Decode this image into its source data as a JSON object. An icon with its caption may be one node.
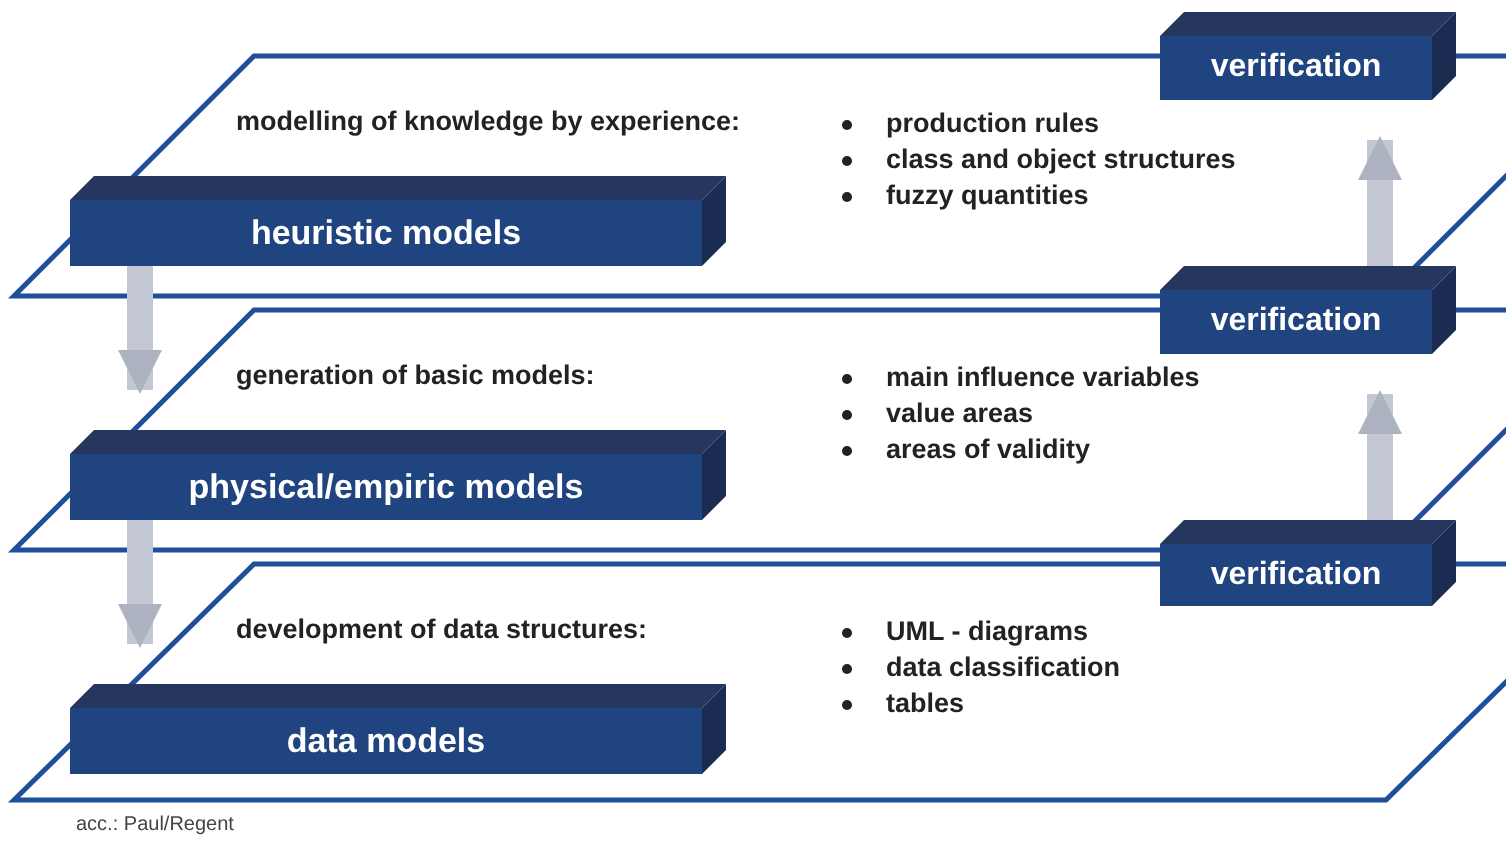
{
  "diagram": {
    "nodes": [
      {
        "text": [
          "modelling of knowledge by experience:",
          "production rules",
          "class and object structures",
          "fuzzy quantities"
        ]
      },
      {
        "text": [
          "verification"
        ]
      },
      {
        "text": [
          "heuristic models"
        ],
        "in": 0
      },
      {
        "text": [
          "generation of basic models:",
          "main influence variables",
          "value areas",
          "areas of validity"
        ]
      },
      {
        "text": [
          "verification"
        ]
      },
      {
        "text": [
          "physical/empiric models"
        ],
        "in": 3
      },
      {
        "text": [
          "development  of data structures:",
          "UML - diagrams",
          "data classification",
          "tables"
        ]
      },
      {
        "text": [
          "verification"
        ]
      },
      {
        "text": [
          "data models"
        ],
        "in": 6
      }
    ],
    "edges": [
      {
        "from": 2,
        "to": 5,
        "arrow": "to"
      },
      {
        "from": 5,
        "to": 8,
        "arrow": "to"
      },
      {
        "from": 4,
        "to": 1,
        "arrow": "to"
      },
      {
        "from": 7,
        "to": 4,
        "arrow": "to"
      }
    ],
    "labels": [
      "acc.: Paul/Regent"
    ]
  }
}
